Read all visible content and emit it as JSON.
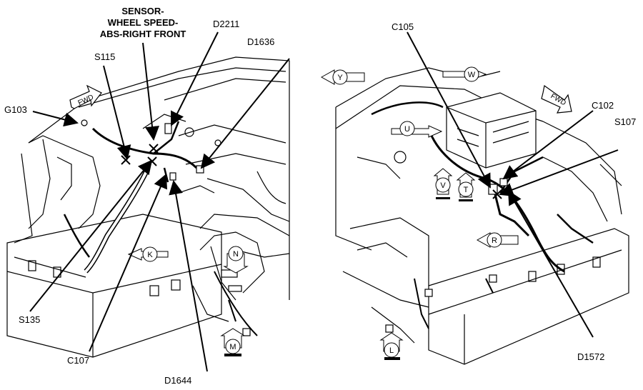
{
  "left_view": {
    "callouts": {
      "sensor_line1": "SENSOR-",
      "sensor_line2": "WHEEL SPEED-",
      "sensor_line3": "ABS-RIGHT FRONT",
      "s115": "S115",
      "g103": "G103",
      "d2211": "D2211",
      "d1636": "D1636",
      "s135": "S135",
      "c107": "C107",
      "d1644": "D1644"
    },
    "view_markers": {
      "k": "K",
      "n": "N",
      "m": "M"
    },
    "fwd_arrow": "FWD"
  },
  "right_view": {
    "callouts": {
      "c105": "C105",
      "c102": "C102",
      "s107": "S107",
      "d1572": "D1572"
    },
    "view_markers": {
      "y": "Y",
      "w": "W",
      "u": "U",
      "v": "V",
      "t": "T",
      "r": "R",
      "l": "L"
    },
    "fwd_arrow": "FWD"
  }
}
